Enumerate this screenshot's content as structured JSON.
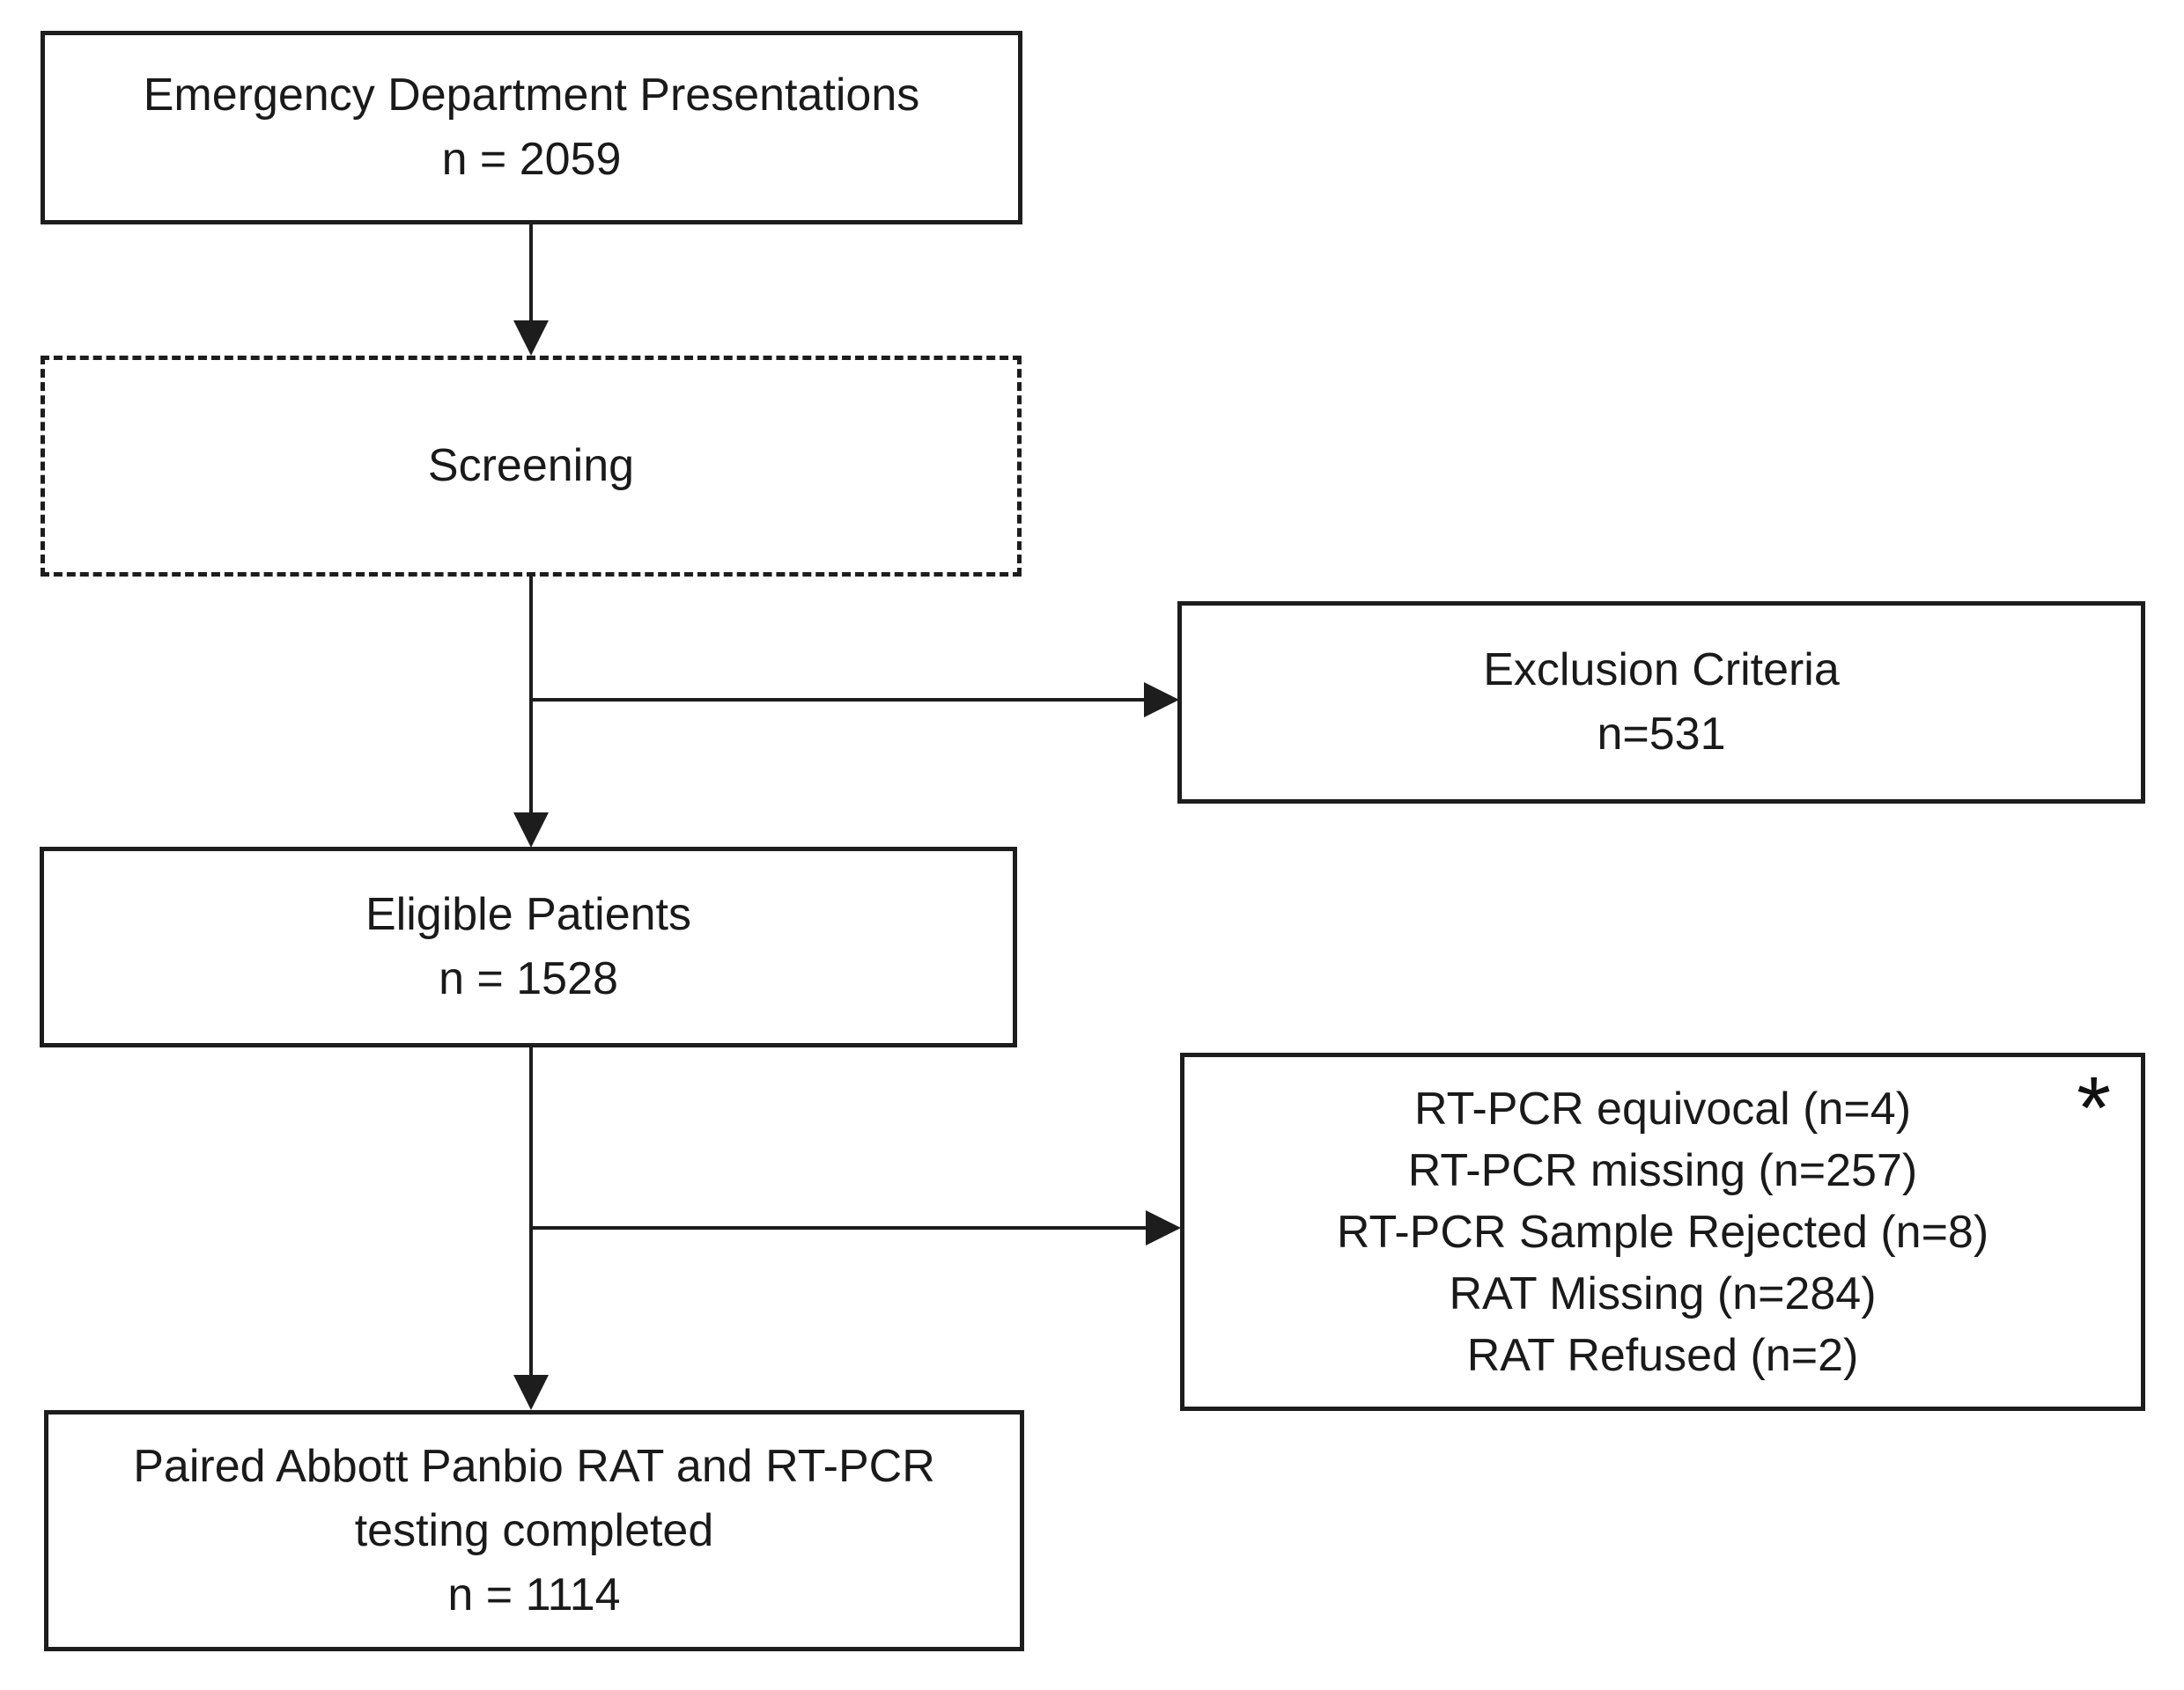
{
  "diagram": {
    "nodes": {
      "ed": {
        "label": "Emergency Department Presentations",
        "count": "n = 2059"
      },
      "screening": {
        "label": "Screening"
      },
      "exclusion": {
        "label": "Exclusion Criteria",
        "count": "n=531"
      },
      "eligible": {
        "label": "Eligible Patients",
        "count": "n = 1528"
      },
      "reasons": {
        "marker": "*",
        "lines": [
          "RT-PCR equivocal (n=4)",
          "RT-PCR missing (n=257)",
          "RT-PCR Sample Rejected (n=8)",
          "RAT Missing (n=284)",
          "RAT Refused (n=2)"
        ]
      },
      "final": {
        "line1": "Paired Abbott Panbio RAT and RT-PCR",
        "line2": "testing completed",
        "count": "n = 1114"
      }
    },
    "edges": [
      {
        "from": "ed",
        "to": "screening"
      },
      {
        "from": "screening",
        "to": "exclusion"
      },
      {
        "from": "screening",
        "to": "eligible"
      },
      {
        "from": "eligible",
        "to": "reasons"
      },
      {
        "from": "eligible",
        "to": "final"
      }
    ],
    "colors": {
      "line": "#1d1d1d",
      "text": "#1a1a1a",
      "background": "#ffffff"
    }
  }
}
